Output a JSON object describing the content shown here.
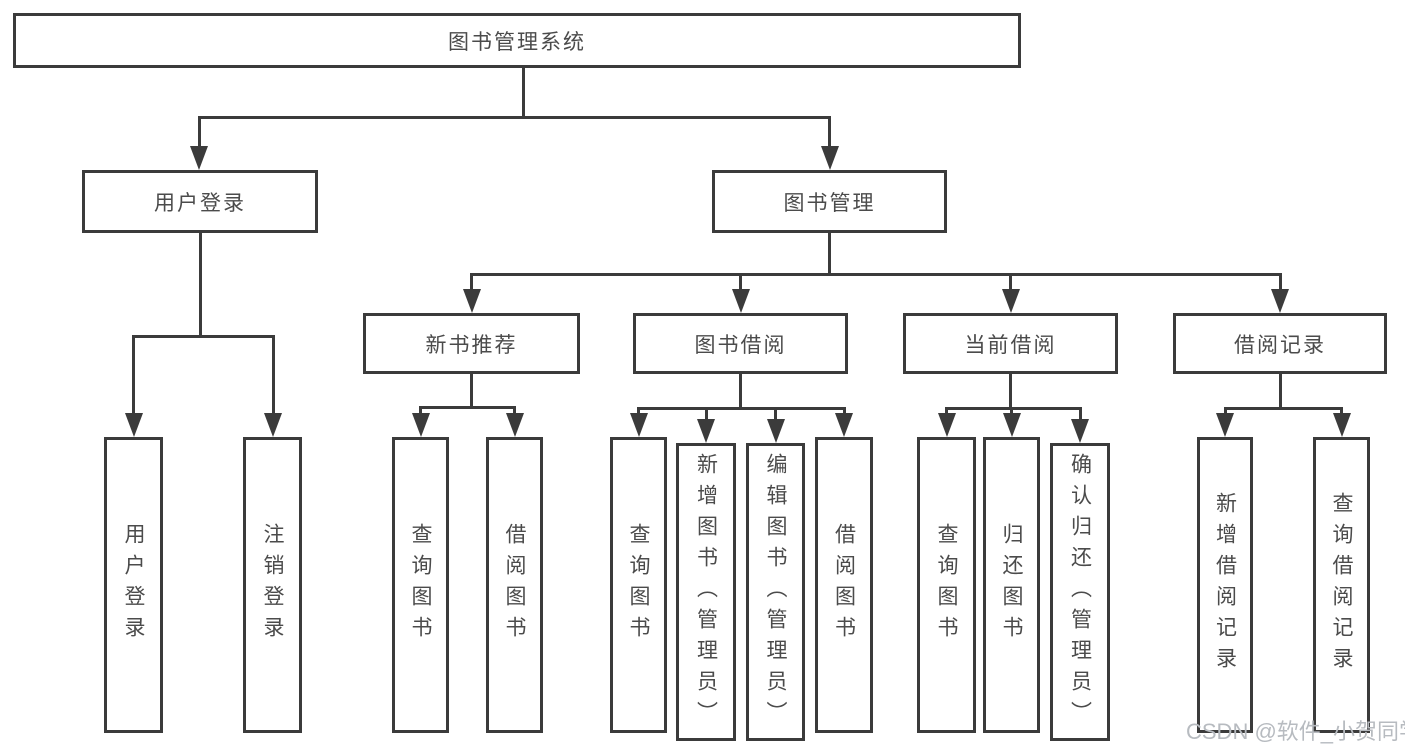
{
  "colors": {
    "line": "#3b3b3b",
    "text": "#4b4b4b",
    "watermark": "#b7bbc0",
    "bg": "#ffffff"
  },
  "watermark": {
    "text": "CSDN @软件_小贺同学"
  },
  "tree": {
    "label": "图书管理系统",
    "children": [
      {
        "label": "用户登录",
        "children": [
          {
            "label": "用户登录"
          },
          {
            "label": "注销登录"
          }
        ]
      },
      {
        "label": "图书管理",
        "children": [
          {
            "label": "新书推荐",
            "children": [
              {
                "label": "查询图书"
              },
              {
                "label": "借阅图书"
              }
            ]
          },
          {
            "label": "图书借阅",
            "children": [
              {
                "label": "查询图书"
              },
              {
                "label": "新增图书（管理员）"
              },
              {
                "label": "编辑图书（管理员）"
              },
              {
                "label": "借阅图书"
              }
            ]
          },
          {
            "label": "当前借阅",
            "children": [
              {
                "label": "查询图书"
              },
              {
                "label": "归还图书"
              },
              {
                "label": "确认归还（管理员）"
              }
            ]
          },
          {
            "label": "借阅记录",
            "children": [
              {
                "label": "新增借阅记录"
              },
              {
                "label": "查询借阅记录"
              }
            ]
          }
        ]
      }
    ]
  }
}
